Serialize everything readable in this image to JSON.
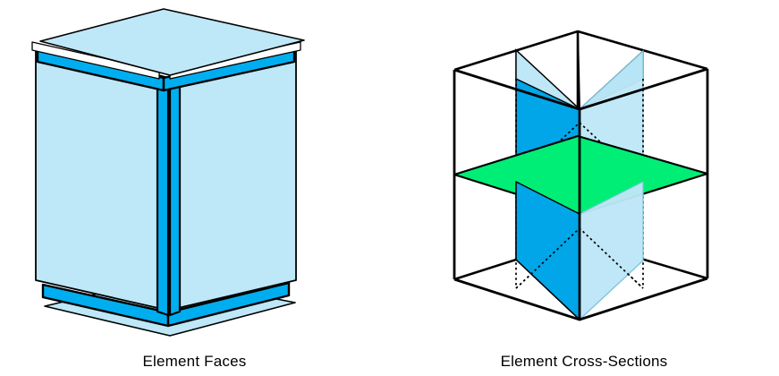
{
  "figure": {
    "background_color": "#FFFFFF",
    "stroke_color": "#000000",
    "panels": [
      {
        "id": "element-faces",
        "caption": "Element Faces",
        "description": "Isometric hexahedral element drawn as an exploded set of six bounding faces, separated by bright blue gap bands",
        "colors": {
          "face_fill": "#BEE7F7",
          "gap_band": "#00AEEF",
          "outline": "#000000"
        }
      },
      {
        "id": "element-cross-sections",
        "caption": "Element Cross-Sections",
        "description": "Isometric hexahedral element wireframe containing three mutually orthogonal mid-planes cutting through the element center",
        "colors": {
          "wireframe": "#000000",
          "section_plane_x": "#00A6E8",
          "section_plane_y": "#BEE7F7",
          "section_plane_z": "#00EE76",
          "hidden_edge": "#000000"
        },
        "planes": [
          {
            "name": "vertical-plane-dark",
            "orientation": "vertical",
            "color": "#00A6E8"
          },
          {
            "name": "vertical-plane-light",
            "orientation": "vertical",
            "color": "#BEE7F7"
          },
          {
            "name": "horizontal-plane-green",
            "orientation": "horizontal",
            "color": "#00EE76"
          }
        ]
      }
    ]
  }
}
